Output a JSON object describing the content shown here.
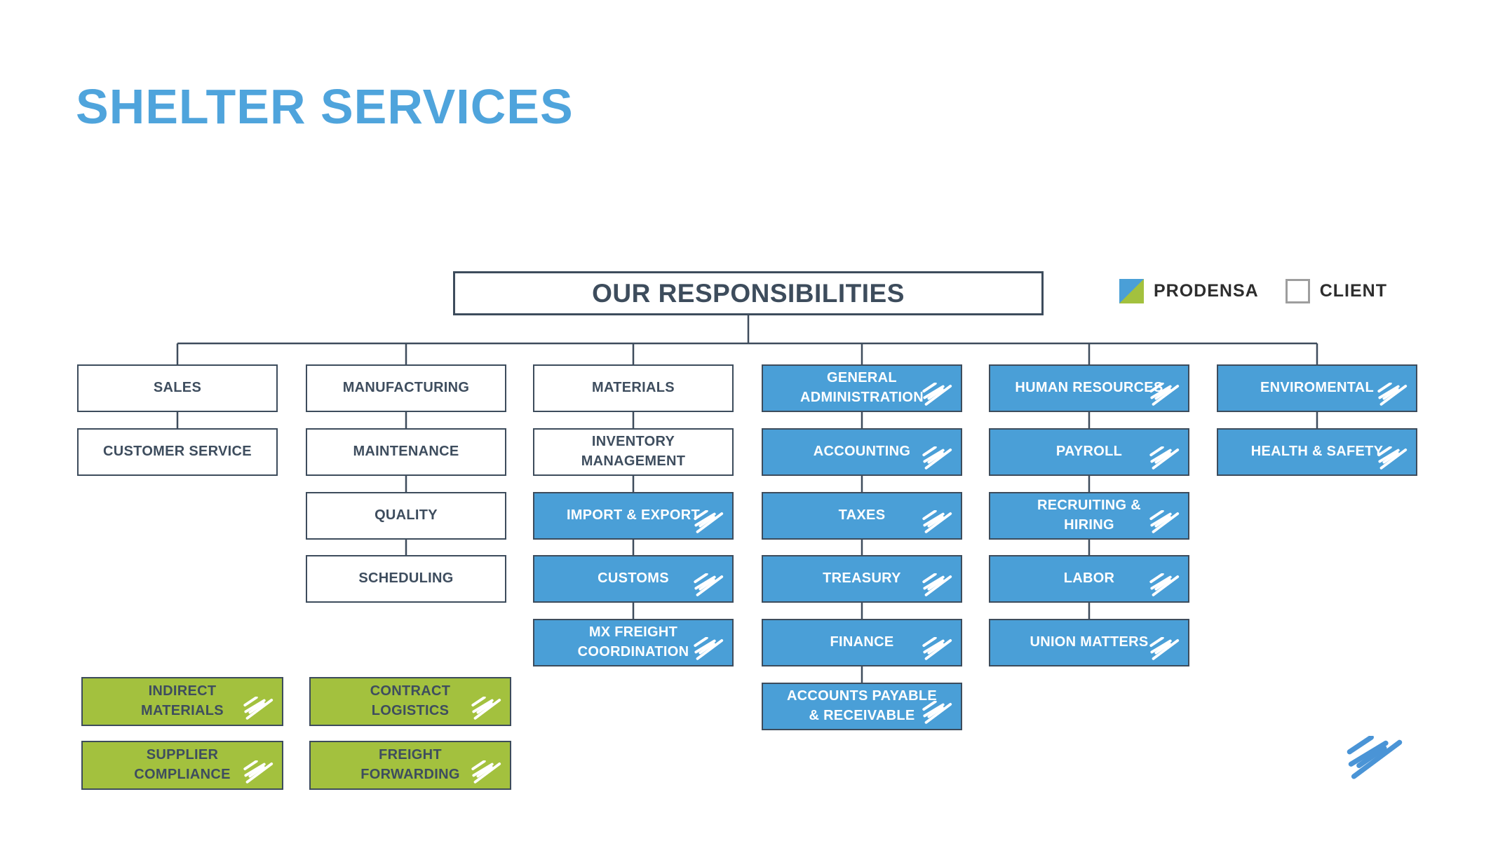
{
  "page": {
    "title": "SHELTER SERVICES"
  },
  "root": {
    "label": "OUR RESPONSIBILITIES"
  },
  "legend": {
    "prodensa": {
      "label": "PRODENSA",
      "swatch_colors": [
        "#4A9FD7",
        "#A3C13E"
      ]
    },
    "client": {
      "label": "CLIENT",
      "swatch_color": "#FFFFFF"
    }
  },
  "colors": {
    "prodensa_blue": "#4A9FD7",
    "prodensa_green": "#A3C13E",
    "outline_slate": "#3D4C5C",
    "title_blue": "#4FA4DC",
    "logo_blue": "#4A94D6"
  },
  "columns": [
    {
      "nodes": [
        {
          "label": "SALES",
          "owner": "client"
        },
        {
          "label": "CUSTOMER SERVICE",
          "owner": "client"
        }
      ]
    },
    {
      "nodes": [
        {
          "label": "MANUFACTURING",
          "owner": "client"
        },
        {
          "label": "MAINTENANCE",
          "owner": "client"
        },
        {
          "label": "QUALITY",
          "owner": "client"
        },
        {
          "label": "SCHEDULING",
          "owner": "client"
        }
      ]
    },
    {
      "nodes": [
        {
          "label": "MATERIALS",
          "owner": "client"
        },
        {
          "label": "INVENTORY\nMANAGEMENT",
          "owner": "client"
        },
        {
          "label": "IMPORT & EXPORT",
          "owner": "prodensa"
        },
        {
          "label": "CUSTOMS",
          "owner": "prodensa"
        },
        {
          "label": "MX FREIGHT\nCOORDINATION",
          "owner": "prodensa"
        }
      ]
    },
    {
      "nodes": [
        {
          "label": "GENERAL\nADMINISTRATION",
          "owner": "prodensa"
        },
        {
          "label": "ACCOUNTING",
          "owner": "prodensa"
        },
        {
          "label": "TAXES",
          "owner": "prodensa"
        },
        {
          "label": "TREASURY",
          "owner": "prodensa"
        },
        {
          "label": "FINANCE",
          "owner": "prodensa"
        },
        {
          "label": "ACCOUNTS PAYABLE\n& RECEIVABLE",
          "owner": "prodensa"
        }
      ]
    },
    {
      "nodes": [
        {
          "label": "HUMAN RESOURCES",
          "owner": "prodensa"
        },
        {
          "label": "PAYROLL",
          "owner": "prodensa"
        },
        {
          "label": "RECRUITING &\nHIRING",
          "owner": "prodensa"
        },
        {
          "label": "LABOR",
          "owner": "prodensa"
        },
        {
          "label": "UNION MATTERS",
          "owner": "prodensa"
        }
      ]
    },
    {
      "nodes": [
        {
          "label": "ENVIROMENTAL",
          "owner": "prodensa"
        },
        {
          "label": "HEALTH & SAFETY",
          "owner": "prodensa"
        }
      ]
    }
  ],
  "extra_boxes": [
    {
      "label": "INDIRECT\nMATERIALS",
      "owner": "prodensa-green",
      "col": 0,
      "row": 0
    },
    {
      "label": "SUPPLIER\nCOMPLIANCE",
      "owner": "prodensa-green",
      "col": 0,
      "row": 1
    },
    {
      "label": "CONTRACT\nLOGISTICS",
      "owner": "prodensa-green",
      "col": 1,
      "row": 0
    },
    {
      "label": "FREIGHT\nFORWARDING",
      "owner": "prodensa-green",
      "col": 1,
      "row": 1
    }
  ]
}
